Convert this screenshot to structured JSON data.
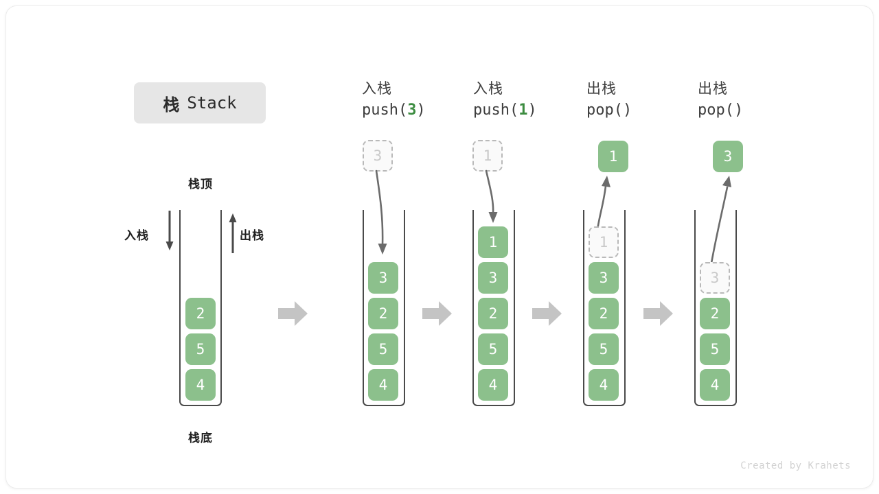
{
  "title": {
    "cn": "栈",
    "en": "Stack"
  },
  "labels": {
    "top": "栈顶",
    "bottom": "栈底",
    "push_side": "入栈",
    "pop_side": "出栈"
  },
  "credit": "Created by Krahets",
  "colors": {
    "element_green": "#8cc08c",
    "arg_green": "#3c8c40",
    "ghost_border": "#b9b9b9",
    "ghost_text": "#c9c9c9",
    "container_stroke": "#4a4a4a",
    "block_arrow": "#c4c4c4",
    "curve_arrow": "#6b6b6b",
    "badge_bg": "#e6e6e6"
  },
  "columns": [
    {
      "id": "initial",
      "op_cn": "",
      "op_code_prefix": "",
      "op_code_arg": "",
      "op_code_suffix": "",
      "floating": null,
      "stack": [
        "2",
        "5",
        "4"
      ],
      "ghost_in_stack": null
    },
    {
      "id": "push-3",
      "op_cn": "入栈",
      "op_code_prefix": "push(",
      "op_code_arg": "3",
      "op_code_suffix": ")",
      "floating": {
        "value": "3",
        "style": "ghost"
      },
      "stack": [
        "3",
        "2",
        "5",
        "4"
      ],
      "ghost_in_stack": null
    },
    {
      "id": "push-1",
      "op_cn": "入栈",
      "op_code_prefix": "push(",
      "op_code_arg": "1",
      "op_code_suffix": ")",
      "floating": {
        "value": "1",
        "style": "ghost"
      },
      "stack": [
        "1",
        "3",
        "2",
        "5",
        "4"
      ],
      "ghost_in_stack": null
    },
    {
      "id": "pop-1",
      "op_cn": "出栈",
      "op_code_prefix": "pop(",
      "op_code_arg": "",
      "op_code_suffix": ")",
      "floating": {
        "value": "1",
        "style": "solid"
      },
      "stack": [
        "3",
        "2",
        "5",
        "4"
      ],
      "ghost_in_stack": {
        "value": "1",
        "slot": 0
      }
    },
    {
      "id": "pop-3",
      "op_cn": "出栈",
      "op_code_prefix": "pop(",
      "op_code_arg": "",
      "op_code_suffix": ")",
      "floating": {
        "value": "3",
        "style": "solid"
      },
      "stack": [
        "2",
        "5",
        "4"
      ],
      "ghost_in_stack": {
        "value": "3",
        "slot": 1
      }
    }
  ]
}
